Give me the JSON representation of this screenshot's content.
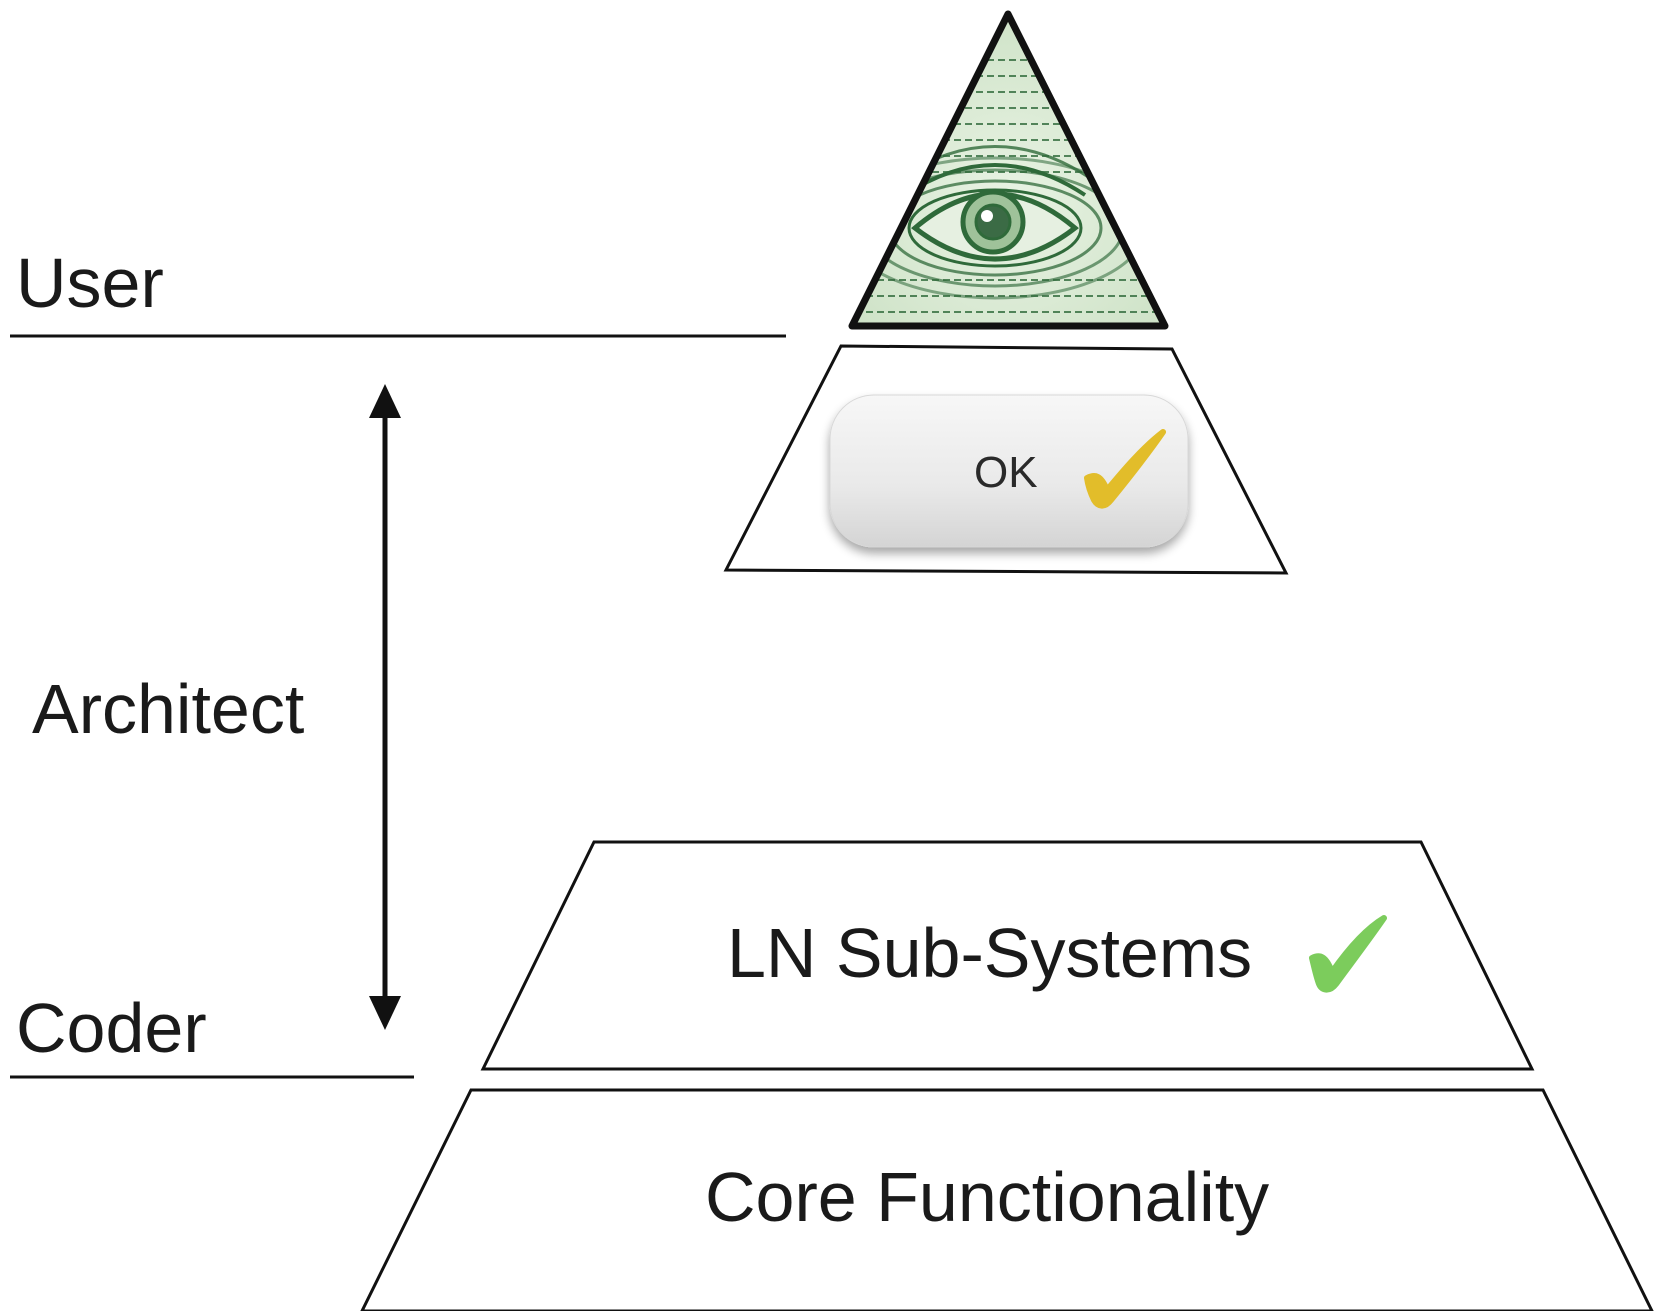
{
  "roles": {
    "user": "User",
    "architect": "Architect",
    "coder": "Coder"
  },
  "layers": {
    "ok_button": "OK",
    "sub_systems": "LN Sub-Systems",
    "core": "Core Functionality"
  },
  "colors": {
    "ok_check": "#e2bd2a",
    "sub_systems_check": "#7ccc5c",
    "eye_green": "#2f6a3a",
    "outline": "#111111"
  },
  "icons": {
    "apex": "all-seeing-eye-icon",
    "check": "checkmark-icon",
    "arrow": "double-headed-arrow-icon"
  }
}
